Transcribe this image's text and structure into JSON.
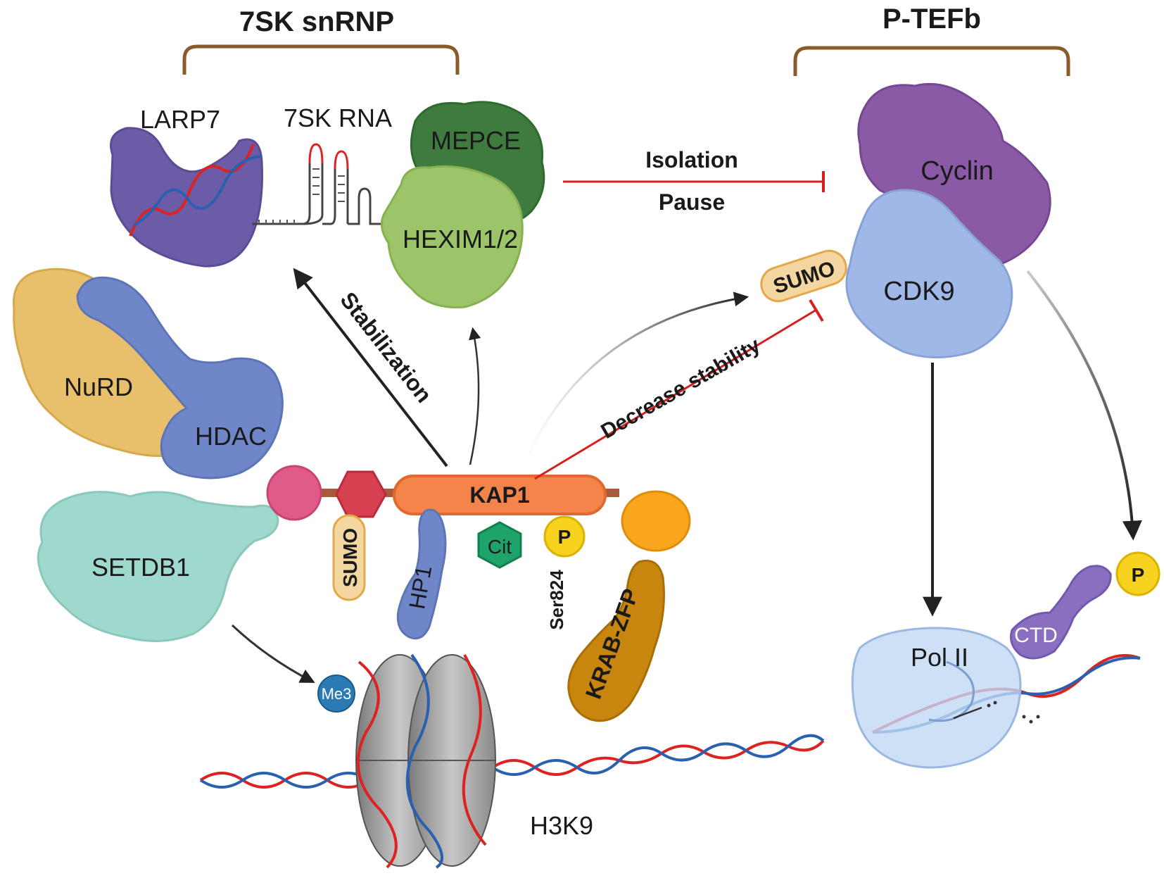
{
  "groups": {
    "snrnp": "7SK snRNP",
    "ptefb": "P-TEFb"
  },
  "proteins": {
    "larp7": "LARP7",
    "rna7sk": "7SK RNA",
    "mepce": "MEPCE",
    "hexim": "HEXIM1/2",
    "cyclin": "Cyclin",
    "cdk9": "CDK9",
    "nurd": "NuRD",
    "hdac": "HDAC",
    "setdb1": "SETDB1",
    "kap1": "KAP1",
    "hp1": "HP1",
    "krab": "KRAB-ZFP",
    "pol2": "Pol II",
    "ctd": "CTD",
    "h3k9": "H3K9"
  },
  "modifications": {
    "sumo_kap1": "SUMO",
    "sumo_cdk9": "SUMO",
    "cit": "Cit",
    "p_kap1": "P",
    "ser824": "Ser824",
    "p_ctd": "P",
    "me3": "Me3"
  },
  "arrows": {
    "isolation": "Isolation",
    "pause": "Pause",
    "stabilization": "Stabilization",
    "decrease": "Decrease stability"
  },
  "colors": {
    "bracket": "#8B5A2B",
    "inhibit": "#d62020",
    "larp7": "#6c5ca8",
    "mepce": "#3f7a3f",
    "hexim": "#9cc56a",
    "cyclin": "#8a5aa6",
    "cdk9": "#9fb8e8",
    "nurd": "#e8bf6a",
    "hdac": "#6f86c8",
    "setdb1": "#9fd8cc",
    "kap1": "#f4844a",
    "krab": "#c8860e",
    "sumo": "#f4d7a0",
    "phospho": "#f7d21e",
    "cit": "#1ea36b",
    "me3": "#2a7bb3"
  }
}
